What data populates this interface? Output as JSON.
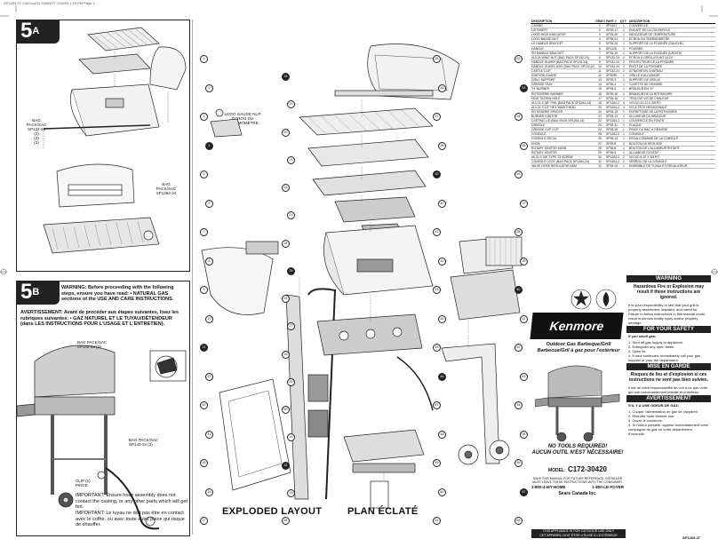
{
  "header_meta": "SP1263-07 Cllr/Cov/04 SN00677 12/8/03 1:23 PM Page 1",
  "section_5a": {
    "number": "5",
    "letter": "A",
    "bag_label_1": "BAG\nPACK/SAC\nSP132-24\n(2)\n(2)\n(2)",
    "bag_label_2": "BAG\nPACK/SAC\nSP1264-24",
    "logo_label": "LOGO GAUGE NUT\nÉCROU DU\nTHERMOMÈTRE"
  },
  "section_5b": {
    "number": "5",
    "letter": "B",
    "warning_en": "WARNING: Before proceeding with the following steps, ensure you have read: • NATURAL GAS sections of the USE AND CARE INSTRUCTIONS.",
    "warning_fr": "AVERTISSEMENT: Avant de procéder aux étapes suivantes, lisez les rubriques suivantes: • GAZ NATUREL ET LE TUYAU/DÉTENDEUR (dans LES INSTRUCTIONS POUR L'USAGE ET L'ENTRETIEN).",
    "bag_label_3": "BAG PACK/SAC\nSP142-24 (2)",
    "bag_label_4": "BAG PACK/SAC\nSP142-24 (2)",
    "clip_label": "CLIP (1)\nPINCE",
    "important_en": "IMPORTANT: Ensure hose assembly does not contact the casting, or any other parts which will get hot.",
    "important_fr": "IMPORTANT: Le tuyau ne doit pas être en contact avec le coffre, ou avec toute autre pièce qui risque de chauffer."
  },
  "main": {
    "title_en": "EXPLODED LAYOUT",
    "title_fr": "PLAN ÉCLATÉ",
    "callouts": [
      "1",
      "2",
      "3",
      "4",
      "5",
      "6",
      "7",
      "8",
      "9",
      "10",
      "11",
      "12",
      "13",
      "14",
      "15",
      "16",
      "17",
      "18",
      "19",
      "20",
      "21",
      "22",
      "23",
      "24",
      "25",
      "26",
      "27",
      "28",
      "29",
      "30",
      "31",
      "32",
      "33",
      "34",
      "35",
      "36",
      "37",
      "38",
      "39",
      "40",
      "41",
      "42",
      "43",
      "44",
      "45",
      "46",
      "47",
      "48",
      "49",
      "50",
      "51",
      "52",
      "53",
      "54",
      "55",
      "56",
      "57",
      "58",
      "59",
      "60",
      "61",
      "62",
      "63",
      "64",
      "65",
      "66",
      "67",
      "68"
    ]
  },
  "parts_table": {
    "headers": [
      "DESCRIPTION",
      "ITEM #",
      "PART #",
      "QTY",
      "DESCRIPTION"
    ],
    "rows": [
      [
        "CASING",
        "1",
        "SP3101",
        "1",
        "COUVERCLE"
      ],
      [
        "LID INSERT",
        "2",
        "SP35-17",
        "1",
        "ENCART DE LA COUVERCLE"
      ],
      [
        "LOGO HEAT INDICATOR",
        "3",
        "SP35-20",
        "1",
        "INDICATEUR DE TEMPÉRATURE"
      ],
      [
        "LOGO BADGE NUT",
        "4",
        "SP35-21",
        "1",
        "ÉCROU DU THERMOMÈTRE"
      ],
      [
        "LH HANDLE BRACKET",
        "5",
        "SP35-26",
        "1",
        "SUPPORT DE LA POIGNÉE (GAUCHE)"
      ],
      [
        "HANDLE",
        "6",
        "SP1126",
        "1",
        "POIGNÉE"
      ],
      [
        "RH HANDLE BRACKET",
        "7",
        "SP35-19",
        "1",
        "SUPPORT DE LA POIGNÉE (DROITE)"
      ],
      [
        "#10-24 WING NUT (BAG PACK SP132-24)",
        "8",
        "SP132-24",
        "4",
        "ÉCROU À OREILLES NO 10-24"
      ],
      [
        "HANDLE GUARD (BAG PACK SP132-24)",
        "9",
        "SP132-24",
        "2",
        "PROTECTEUR DE LA POIGNÉE"
      ],
      [
        "HANDLE GUARD AXIS (BAG PACK SP132-24)",
        "10",
        "SP132-24",
        "2",
        "PIVOT DE LA POIGNÉE"
      ],
      [
        "CASTLE CLIP",
        "11",
        "SP132-24",
        "2",
        "ATTACHE EN CHATEAU"
      ],
      [
        "IGNITION GUARD",
        "12",
        "SP3096",
        "1",
        "GRILLE À ALLUMAGE"
      ],
      [
        "GRILL SUPPORT",
        "13",
        "SP35-3",
        "1",
        "SUPPORT DE GRILLE"
      ],
      [
        "GREASE TRAY",
        "14",
        "SP35-3",
        "1",
        "CUVETTE DE GRAISSE"
      ],
      [
        "\"H\" BURNER",
        "15",
        "SP35-5",
        "1",
        "BRÛLEUR EN \"H\""
      ],
      [
        "ROTISSERIE BURNER",
        "16",
        "SP35-16",
        "1",
        "BRÛLEUR DE LA RÔTISSOIRE"
      ],
      [
        "HEAT SCREW HOLE",
        "17",
        "SP35-16",
        "1",
        "TROU DE VIS DE CHALEUR"
      ],
      [
        "#10-24 X 3/8\" PHIL (BAG PACK SP1264-24)",
        "18",
        "SP1264-24",
        "4",
        "VIS NO 10-24 X 3/8 PO"
      ],
      [
        "#10-24 X 1/2\" HEX WASH HEAD",
        "19",
        "SP1264-24",
        "4",
        "VIS À TÊTE HEXAGONALE"
      ],
      [
        "ROTISSERIE SPACER",
        "20",
        "SP35-15",
        "1",
        "ENTRETOISE DE LA RÔTISSOIRE"
      ],
      [
        "BURNER IGNITOR",
        "21",
        "SP35-13",
        "1",
        "ALLUMEUR DU BRÛLEUR"
      ],
      [
        "CASTING LID (BAG PACK SP1264-24)",
        "22",
        "SP1264-24",
        "1",
        "COUVERCLE EN FONTE"
      ],
      [
        "GRIDDLE",
        "23",
        "SP35-11",
        "1",
        "PLAQUE"
      ],
      [
        "GREASE CUP CLIP",
        "24",
        "SP35-15",
        "1",
        "PINCE DU BAC À GRAISSE"
      ],
      [
        "CONSOLE",
        "25",
        "SP1263-07",
        "1",
        "CONSOLE"
      ],
      [
        "CONSOLE DECAL",
        "26",
        "SP35-14",
        "1",
        "DÉCALCOMANIE DE LA CONSOLE"
      ],
      [
        "KNOB",
        "27",
        "SP35-8",
        "3",
        "BOUTON DE RÉGLAGE"
      ],
      [
        "ROTARY IGNITOR KNOB",
        "28",
        "SP35-8",
        "1",
        "BOUTON DE L'ALLUMEUR ROTATIF"
      ],
      [
        "ROTARY IGNITOR",
        "29",
        "SP35-9",
        "1",
        "ALLUMEUR ROTATIF"
      ],
      [
        "#6-32 X 3/8\" TYPE 23 SCREW",
        "30",
        "SP1264-24",
        "2",
        "VIS NO 6-32 X 3/8 PO"
      ],
      [
        "CONSOLE LOCK (BAG PACK SP1264-24)",
        "31",
        "SP1264-24",
        "2",
        "VERROU DE LA CONSOLE"
      ],
      [
        "VALVE HOSE REGULATOR ASM",
        "32",
        "SP35-10",
        "1",
        "ENSEMBLE DE TUYAU ET RÉGULATEUR"
      ]
    ]
  },
  "right_column": {
    "warning_title": "WARNING",
    "warning_big": "Hazardous Fire or Explosion may result if these instructions are ignored.",
    "warning_body": "It is your responsibility to see that your grill is properly assembled, installed, and cared for. Failure to follow instructions in this manual could result in serious bodily injury and/or property damage.",
    "safety_title": "FOR YOUR SAFETY",
    "safety_lead": "If you smell gas:",
    "safety_items": [
      "1. Shut off gas supply to appliance.",
      "2. Extinguish any open flame.",
      "3. Open lid.",
      "4. If odor continues, immediately call your gas supplier or your fire department."
    ],
    "mise_title": "MISE EN GARDE",
    "mise_big": "Risques de feu et d'explosion si ces instructions ne sont pas bien suivies.",
    "mise_body": "Il est de votre responsabilité de voir à ce que votre gril soit convenablement installé et entretenu.",
    "avert_title": "AVERTISSEMENT",
    "avert_lead": "S'IL Y A UNE ODEUR DE GAZ:",
    "avert_items": [
      "1. Couper l'alimentation de gaz de l'appareil.",
      "2. Éteindre toute flamme nue.",
      "3. Ouvrir le couvercle.",
      "4. Si l'odeur persiste, appeler immédiatement votre compagnie de gaz ou votre département d'incendie."
    ]
  },
  "brand": {
    "name": "Kenmore",
    "product_en": "Outdoor Gas Barbeque/Grill",
    "product_fr": "Barbecue/Gril à gaz pour l'extérieur",
    "no_tools_en": "NO TOOLS REQUIRED!",
    "no_tools_fr": "AUCUN OUTIL N'EST NÉCESSAIRE!",
    "model_label": "MODEL:",
    "model_number": "C172-30420",
    "help_line": "SAVE THIS MANUAL FOR FUTURE REFERENCE. INSTALLER MUST LEAVE THESE INSTRUCTIONS WITH THE CONSUMER.",
    "phone_en": "1-800-4-MY-HOME",
    "phone_fr": "1-800-LE-FOYER",
    "company": "Sears Canada Inc.",
    "footer_en": "THIS APPLIANCE IS FOR OUTDOOR USE ONLY",
    "footer_fr": "CET APPAREIL DOIT ÊTRE UTILISÉ À L'EXTÉRIEUR SEULEMENT",
    "doc_code": "SP1263-07"
  },
  "colors": {
    "ink": "#111111",
    "panel_dark": "#222222",
    "rule": "#bbbbbb"
  }
}
